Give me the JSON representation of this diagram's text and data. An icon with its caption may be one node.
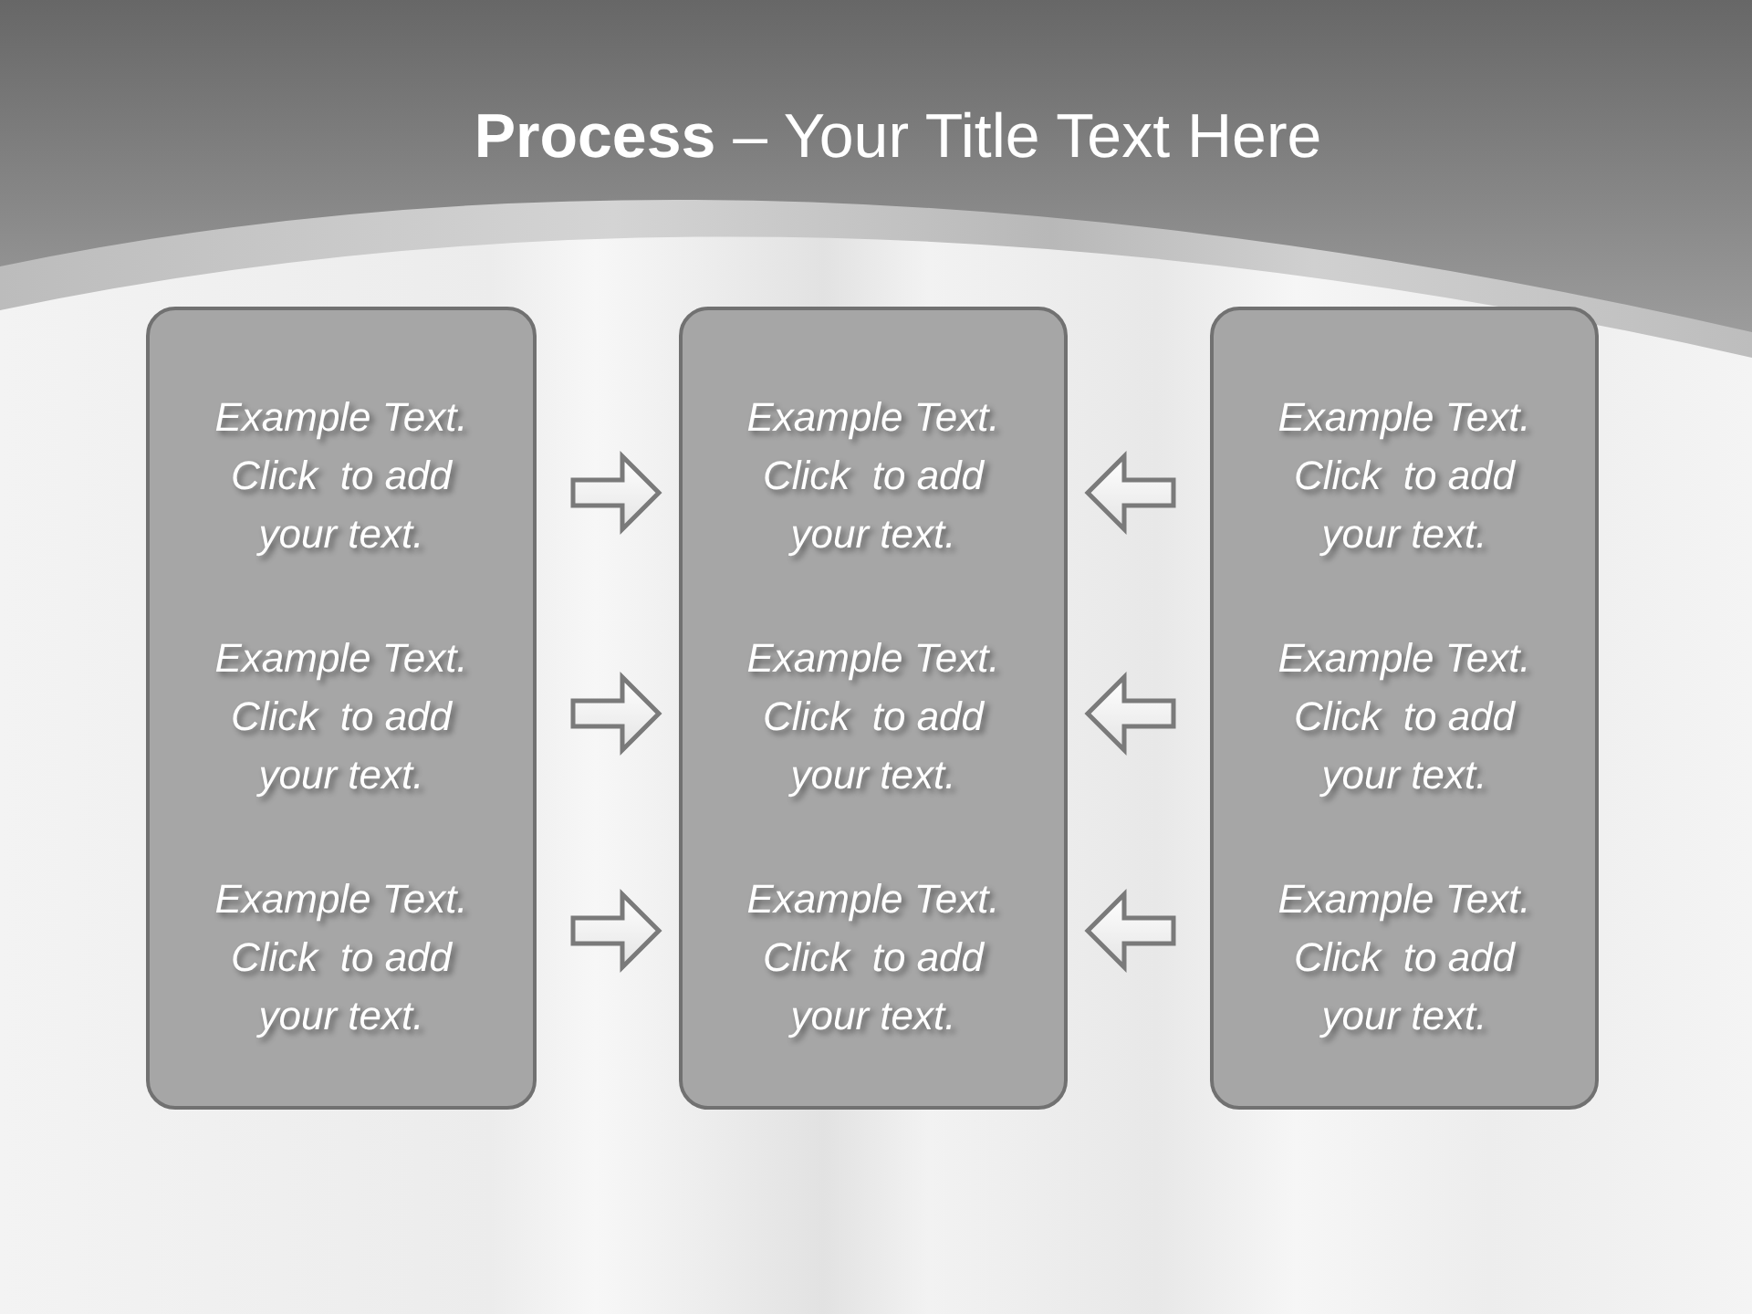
{
  "diagram": {
    "title": "**Process** – Your Title Text Here",
    "nodes": [
      {
        "text": [
          "Example Text. Click  to add your text.",
          "Example Text. Click  to add your text.",
          "Example Text. Click  to add your text."
        ]
      },
      {
        "text": [
          "Example Text. Click  to add your text.",
          "Example Text. Click  to add your text.",
          "Example Text. Click  to add your text."
        ]
      },
      {
        "text": [
          "Example Text. Click  to add your text.",
          "Example Text. Click  to add your text.",
          "Example Text. Click  to add your text."
        ]
      }
    ],
    "edges": [
      {
        "from": 0,
        "to": 1,
        "arrow": "to"
      },
      {
        "from": 2,
        "to": 1,
        "arrow": "to"
      },
      {
        "from": 0,
        "to": 1,
        "arrow": "to"
      },
      {
        "from": 2,
        "to": 1,
        "arrow": "to"
      },
      {
        "from": 0,
        "to": 1,
        "arrow": "to"
      },
      {
        "from": 2,
        "to": 1,
        "arrow": "to"
      }
    ]
  }
}
